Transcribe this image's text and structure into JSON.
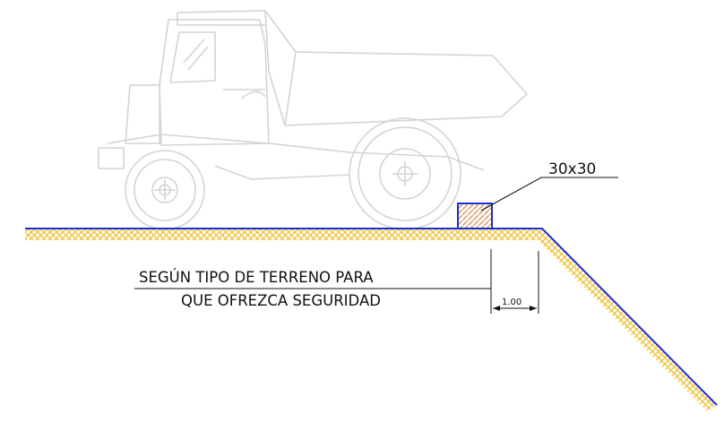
{
  "annotations": {
    "block_size": "30x30",
    "note_line1": "SEGÚN TIPO DE TERRENO PARA",
    "note_line2": "QUE OFREZCA SEGURIDAD",
    "dimension": "1.00"
  },
  "colors": {
    "ground_hatch": "#f0c030",
    "ground_line": "#1a2fd6",
    "block_outline": "#1a2fd6",
    "block_fill": "#d9a070",
    "truck_line": "#d4d4d4",
    "text": "#111111"
  }
}
